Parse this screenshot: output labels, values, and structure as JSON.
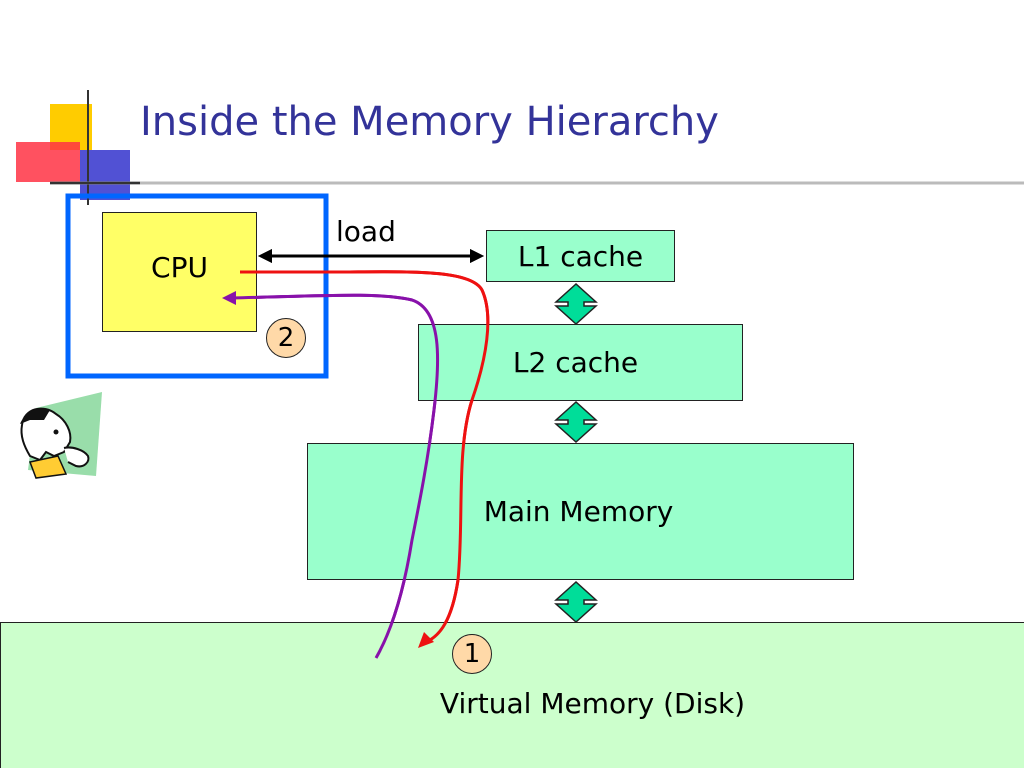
{
  "title": "Inside the Memory Hierarchy",
  "colors": {
    "title": "#333399",
    "cpu_fill": "#ffff66",
    "cache_fill": "#99ffcc",
    "disk_fill": "#ccffcc",
    "cpu_group_border": "#0066ff",
    "arrow_fill": "#00dd99",
    "red_path": "#ee1111",
    "purple_path": "#8811aa",
    "badge_fill": "#ffd9a8"
  },
  "nodes": {
    "cpu": "CPU",
    "l1": "L1 cache",
    "l2": "L2 cache",
    "main": "Main Memory",
    "disk": "Virtual Memory (Disk)"
  },
  "edge_labels": {
    "load": "load"
  },
  "badges": {
    "step1": "1",
    "step2": "2"
  },
  "icons": [
    "slide-corner-decoration",
    "thinking-man-clipart"
  ]
}
